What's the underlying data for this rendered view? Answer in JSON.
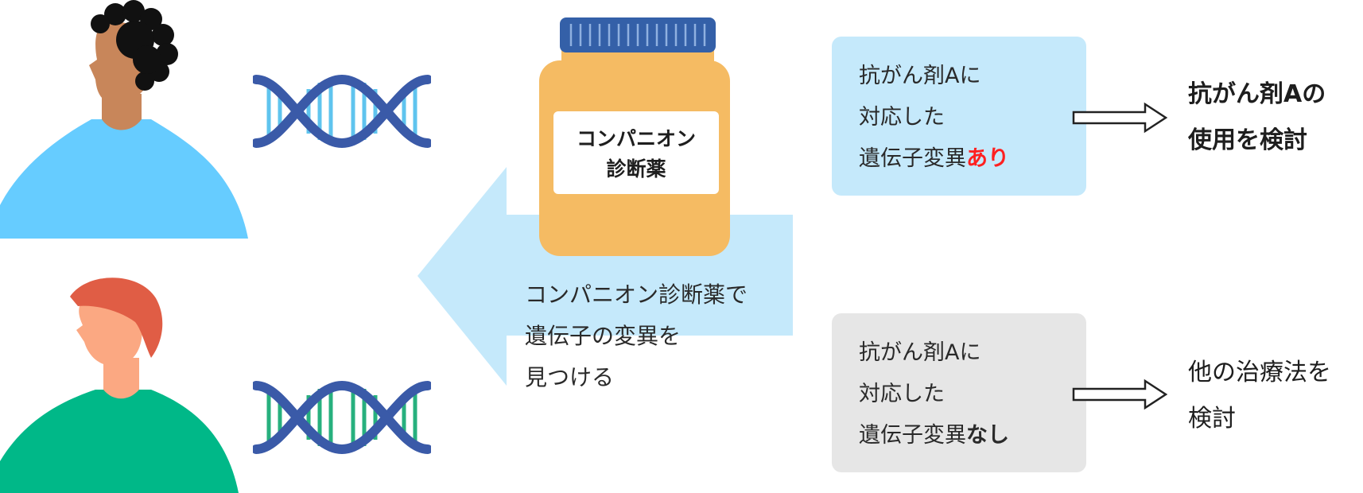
{
  "bottle": {
    "label_line1": "コンパニオン",
    "label_line2": "診断薬"
  },
  "arrow_caption": {
    "line1": "コンパニオン診断薬で",
    "line2": "遺伝子の変異を",
    "line3": "見つける"
  },
  "box_positive": {
    "line1": "抗がん剤Aに",
    "line2": "対応した",
    "line3_prefix": "遺伝子変異",
    "line3_emph": "あり"
  },
  "box_negative": {
    "line1": "抗がん剤Aに",
    "line2": "対応した",
    "line3_prefix": "遺伝子変異",
    "line3_emph": "なし"
  },
  "result_positive": {
    "line1": "抗がん剤Aの",
    "line2": "使用を検討"
  },
  "result_negative": {
    "line1": "他の治療法を",
    "line2": "検討"
  },
  "colors": {
    "person1_shirt": "#66ccff",
    "person1_skin": "#c8865a",
    "person1_hair": "#111111",
    "person2_shirt": "#00b888",
    "person2_skin": "#fba882",
    "person2_hair": "#e05d45",
    "dna_strand": "#3a5aa8",
    "dna_rungs_top": "#5fc4ee",
    "dna_rungs_bottom": "#27b07e",
    "big_arrow": "#c5e9fb",
    "bottle_body": "#f5bb63",
    "bottle_cap": "#3460a8",
    "box_positive_bg": "#c5e9fb",
    "box_negative_bg": "#e6e6e6",
    "emphasis_red": "#ff2020"
  }
}
